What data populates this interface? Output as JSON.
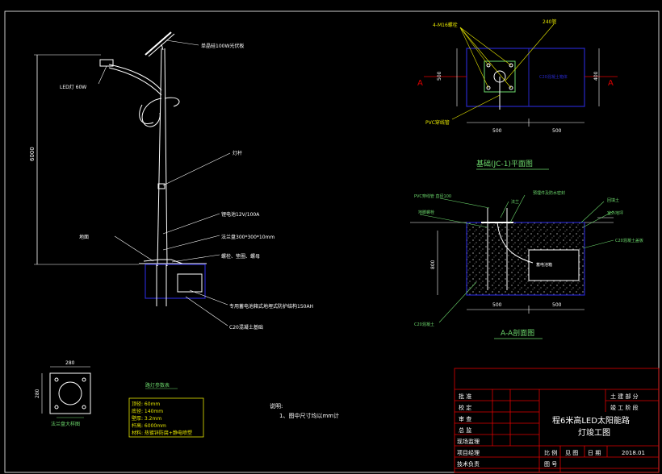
{
  "colors": {
    "bg": "#000000",
    "white": "#ffffff",
    "blue": "#2727c8",
    "green": "#6cd86c",
    "yellow": "#e6e600",
    "red": "#e00000",
    "cyan": "#28d0d0",
    "magenta": "#d028d0"
  },
  "pole": {
    "label_panel": "单晶硅100W光伏板",
    "label_lamp": "LED灯 60W",
    "label_pole": "灯杆",
    "label_battery": "锂电池12V/100A",
    "label_flange": "法兰盘300*300*10mm",
    "label_bolt": "螺栓、垫圈、螺母",
    "label_ground": "地面",
    "label_box": "专用蓄电池箱式地埋式防护结构150AH",
    "label_base": "C20混凝土基础",
    "dim_height": "6000"
  },
  "flange_plan": {
    "dim_w": "280",
    "dim_h": "280",
    "title": "法兰盘大样图"
  },
  "params": {
    "title": "路灯参数表",
    "rows": [
      "顶径: 60mm",
      "底径: 140mm",
      "壁厚: 3.2mm",
      "杆高: 6000mm",
      "材料: 热镀锌防腐+静电喷塑"
    ]
  },
  "notes": {
    "head": "说明:",
    "line1": "1、图中尺寸均以mm计"
  },
  "plan": {
    "label_bolts": "4-M16螺栓",
    "label_top": "240管",
    "label_pipe": "PVC穿线管",
    "label_box": "C20混凝土箱体",
    "dim_left": "500",
    "dim_right": "500",
    "dim_side_l": "500",
    "dim_side_r": "400",
    "section": "A",
    "title": "基础(JC-1)平面图"
  },
  "section": {
    "label_pvc": "PVC穿线管 直径100",
    "label_bolt": "地脚螺栓",
    "label_flange": "法兰",
    "label_seal": "预埋件及防水密封",
    "label_fill": "回填土",
    "label_level": "室外地坪",
    "label_cover": "C20混凝土盖板",
    "label_box": "蓄电池箱",
    "label_concrete": "C20混凝土",
    "dim_h": "800",
    "dim_w1": "500",
    "dim_w2": "500",
    "title": "A-A剖面图"
  },
  "titleblock": {
    "r1": "批 准",
    "r2": "校 定",
    "r3": "审 查",
    "r4": "总 监",
    "r5": "现场监理",
    "r6": "项目经理",
    "r7": "技术负责",
    "dept1": "土 建 部 分",
    "dept2": "竣 工 阶 段",
    "project": "程6米高LED太阳能路",
    "project2": "灯竣工图",
    "scale_label": "比 例",
    "scale_val": "见 图",
    "date_label": "日 期",
    "date_val": "2018.01",
    "num_label": "图 号"
  }
}
